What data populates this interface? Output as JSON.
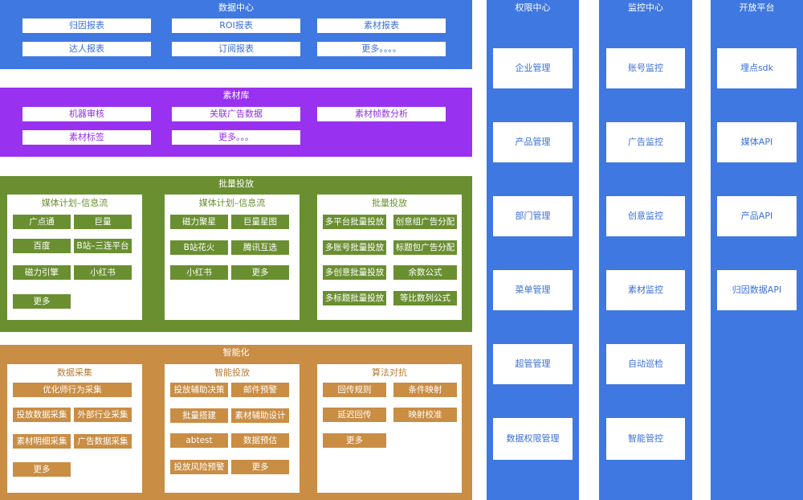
{
  "colors": {
    "blue": "#3f78e0",
    "purple": "#9932f0",
    "green": "#6a8f31",
    "brown": "#c98d44",
    "white": "#ffffff"
  },
  "data_center": {
    "title": "数据中心",
    "items": [
      "归因报表",
      "ROI报表",
      "素材报表",
      "达人报表",
      "订阅报表",
      "更多。。。。"
    ]
  },
  "material_library": {
    "title": "素材库",
    "items": [
      "机器审核",
      "关联广告数据",
      "素材帧数分析",
      "素材标签",
      "更多。。。"
    ]
  },
  "batch_delivery": {
    "title": "批量投放",
    "panels": [
      {
        "title": "媒体计划–信息流",
        "items": [
          "广点通",
          "巨量",
          "百度",
          "B站–三连平台",
          "磁力引擎",
          "小红书",
          "更多"
        ]
      },
      {
        "title": "媒体计划–信息流",
        "items": [
          "磁力聚星",
          "巨量星图",
          "B站花火",
          "腾讯互选",
          "小红书",
          "更多"
        ]
      },
      {
        "title": "批量投放",
        "items": [
          "多平台批量投放",
          "创意组广告分配",
          "多账号批量投放",
          "标题包广告分配",
          "多创意批量投放",
          "余数公式",
          "多标题批量投放",
          "等比数列公式"
        ]
      }
    ]
  },
  "intelligence": {
    "title": "智能化",
    "panels": [
      {
        "title": "数据采集",
        "items": [
          "优化师行为采集",
          "投放数据采集",
          "外部行业采集",
          "素材明细采集",
          "广告数据采集",
          "更多"
        ]
      },
      {
        "title": "智能投放",
        "items": [
          "投放辅助决策",
          "邮件预警",
          "批量搭建",
          "素材辅助设计",
          "abtest",
          "数据预估",
          "投放风险预警",
          "更多"
        ]
      },
      {
        "title": "算法对抗",
        "items": [
          "回传规则",
          "条件映射",
          "延迟回传",
          "映射校准",
          "更多"
        ]
      }
    ]
  },
  "columns": [
    {
      "title": "权限中心",
      "items": [
        "企业管理",
        "产品管理",
        "部门管理",
        "菜单管理",
        "超管管理",
        "数据权限管理"
      ]
    },
    {
      "title": "监控中心",
      "items": [
        "账号监控",
        "广告监控",
        "创意监控",
        "素材监控",
        "自动巡检",
        "智能管控"
      ]
    },
    {
      "title": "开放平台",
      "items": [
        "埋点sdk",
        "媒体API",
        "产品API",
        "归因数据API"
      ]
    }
  ]
}
